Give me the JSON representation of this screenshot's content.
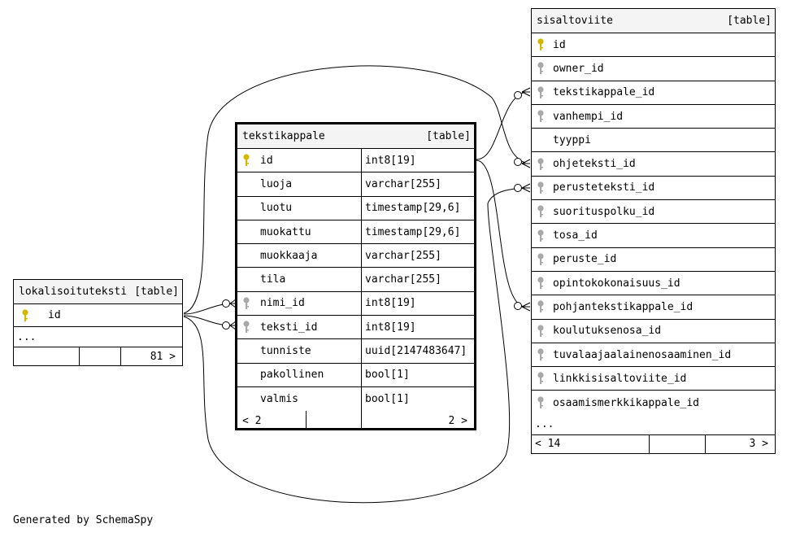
{
  "colors": {
    "primary_key": "#d4b800",
    "foreign_key": "#a8a8a8",
    "header_bg": "#f4f4f4"
  },
  "tables": {
    "lokalisoituteksti": {
      "name": "lokalisoituteksti",
      "kind": "[table]",
      "columns": [
        {
          "name": "id",
          "key": "primary"
        }
      ],
      "more": "...",
      "footer": {
        "left": "",
        "middle": "",
        "right": "81 >"
      }
    },
    "tekstikappale": {
      "name": "tekstikappale",
      "kind": "[table]",
      "columns": [
        {
          "name": "id",
          "type": "int8[19]",
          "key": "primary"
        },
        {
          "name": "luoja",
          "type": "varchar[255]",
          "key": ""
        },
        {
          "name": "luotu",
          "type": "timestamp[29,6]",
          "key": ""
        },
        {
          "name": "muokattu",
          "type": "timestamp[29,6]",
          "key": ""
        },
        {
          "name": "muokkaaja",
          "type": "varchar[255]",
          "key": ""
        },
        {
          "name": "tila",
          "type": "varchar[255]",
          "key": ""
        },
        {
          "name": "nimi_id",
          "type": "int8[19]",
          "key": "foreign"
        },
        {
          "name": "teksti_id",
          "type": "int8[19]",
          "key": "foreign"
        },
        {
          "name": "tunniste",
          "type": "uuid[2147483647]",
          "key": ""
        },
        {
          "name": "pakollinen",
          "type": "bool[1]",
          "key": ""
        },
        {
          "name": "valmis",
          "type": "bool[1]",
          "key": ""
        }
      ],
      "footer": {
        "left": "< 2",
        "middle": "",
        "right": "2 >"
      }
    },
    "sisaltoviite": {
      "name": "sisaltoviite",
      "kind": "[table]",
      "columns": [
        {
          "name": "id",
          "key": "primary"
        },
        {
          "name": "owner_id",
          "key": "foreign"
        },
        {
          "name": "tekstikappale_id",
          "key": "foreign"
        },
        {
          "name": "vanhempi_id",
          "key": "foreign"
        },
        {
          "name": "tyyppi",
          "key": ""
        },
        {
          "name": "ohjeteksti_id",
          "key": "foreign"
        },
        {
          "name": "perusteteksti_id",
          "key": "foreign"
        },
        {
          "name": "suorituspolku_id",
          "key": "foreign"
        },
        {
          "name": "tosa_id",
          "key": "foreign"
        },
        {
          "name": "peruste_id",
          "key": "foreign"
        },
        {
          "name": "opintokokonaisuus_id",
          "key": "foreign"
        },
        {
          "name": "pohjantekstikappale_id",
          "key": "foreign"
        },
        {
          "name": "koulutuksenosa_id",
          "key": "foreign"
        },
        {
          "name": "tuvalaajaalainenosaaminen_id",
          "key": "foreign"
        },
        {
          "name": "linkkisisaltoviite_id",
          "key": "foreign"
        },
        {
          "name": "osaamismerkkikappale_id",
          "key": "foreign"
        }
      ],
      "more": "...",
      "footer": {
        "left": "< 14",
        "middle": "",
        "right": "3 >"
      }
    }
  },
  "footer_text": "Generated by SchemaSpy"
}
